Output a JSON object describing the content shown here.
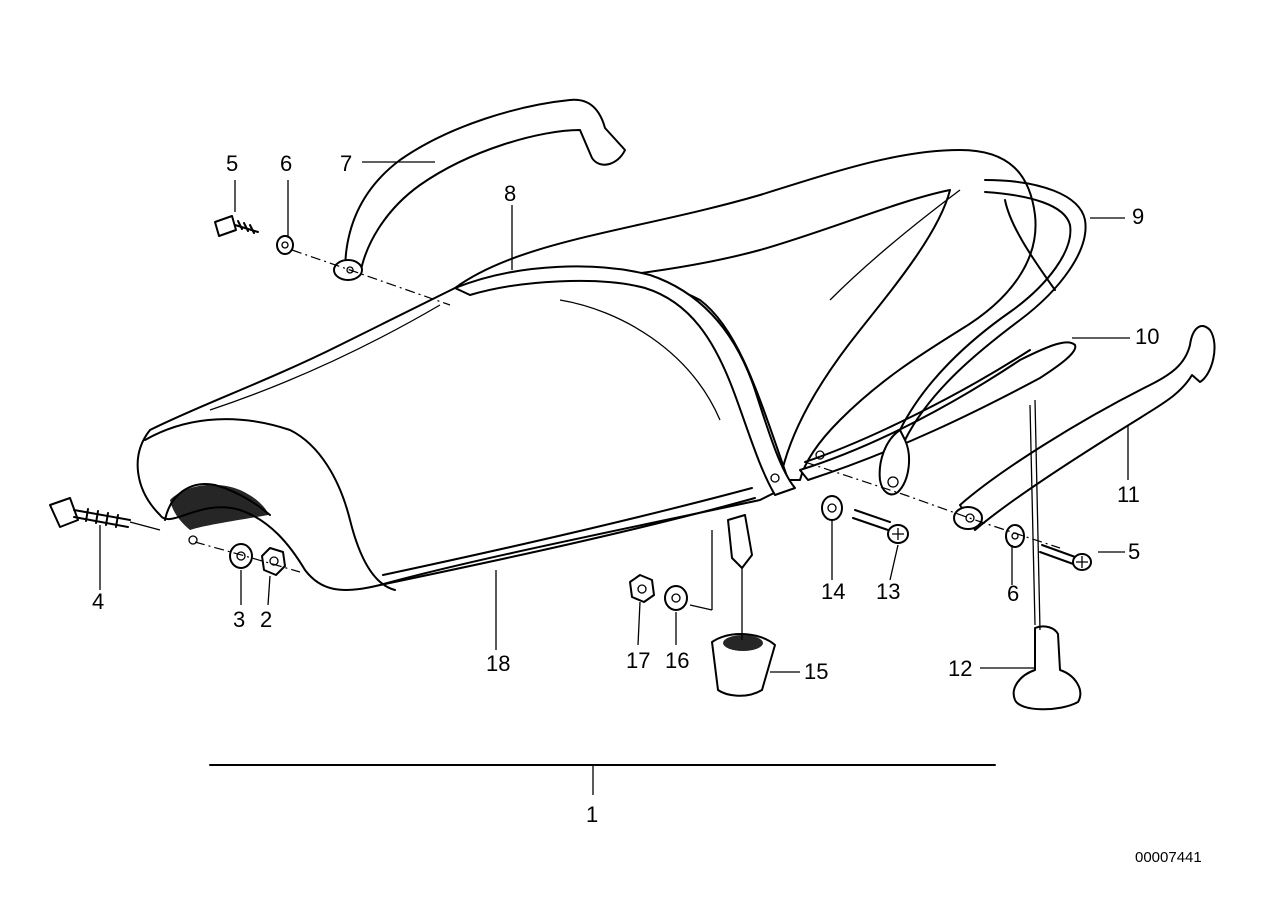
{
  "diagram": {
    "callouts": {
      "n1": "1",
      "n2": "2",
      "n3": "3",
      "n4": "4",
      "n5a": "5",
      "n5b": "5",
      "n6a": "6",
      "n6b": "6",
      "n7": "7",
      "n8": "8",
      "n9": "9",
      "n10": "10",
      "n11": "11",
      "n12": "12",
      "n13": "13",
      "n14": "14",
      "n15": "15",
      "n16": "16",
      "n17": "17",
      "n18": "18"
    },
    "document_id": "00007441"
  }
}
